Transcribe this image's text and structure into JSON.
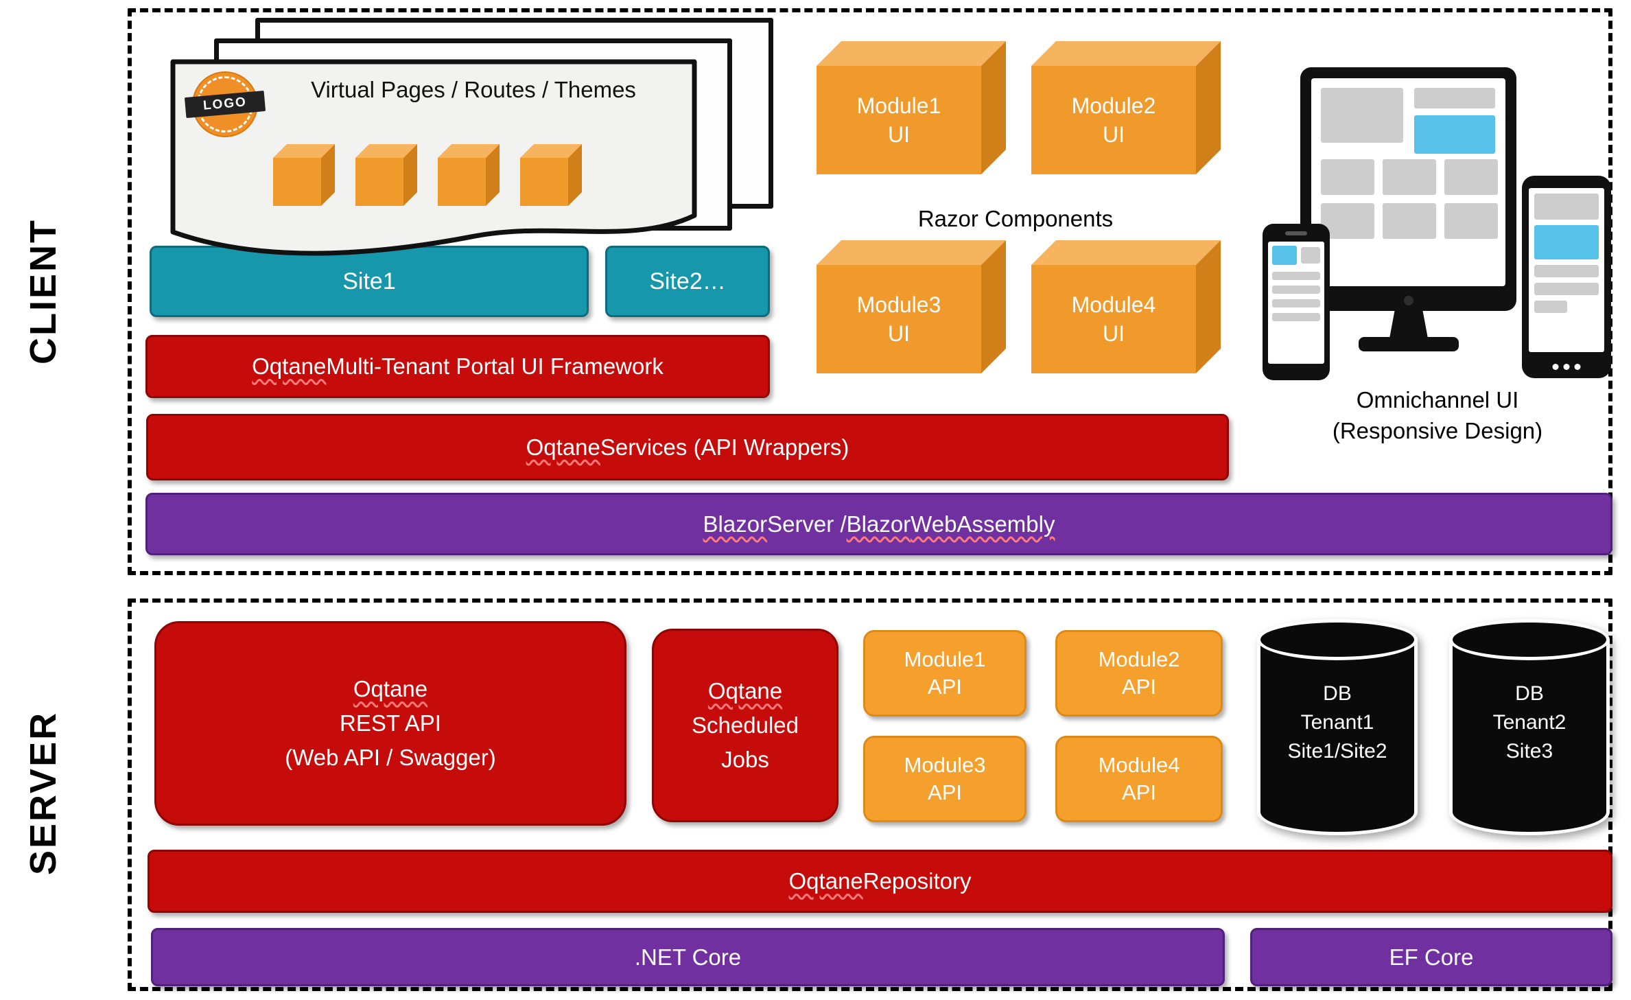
{
  "colors": {
    "red": "#C60B0B",
    "purple": "#7030A0",
    "teal": "#1697AC",
    "orange": "#F09A2C",
    "orange_api": "#F5A02C",
    "db_black": "#0A0A0A",
    "accent_blue": "#56C2E9"
  },
  "client": {
    "label": "CLIENT",
    "pages": {
      "logo": "LOGO",
      "title": "Virtual Pages / Routes / Themes"
    },
    "sites": [
      "Site1",
      "Site2…"
    ],
    "framework_bar": [
      {
        "t": "Oqtane",
        "u": true
      },
      {
        "t": " Multi-Tenant Portal UI Framework"
      }
    ],
    "services_bar": [
      {
        "t": "Oqtane",
        "u": true
      },
      {
        "t": " Services (API Wrappers)"
      }
    ],
    "blazor_bar": [
      {
        "t": "Blazor",
        "u": true
      },
      {
        "t": " Server / "
      },
      {
        "t": "Blazor",
        "u": true
      },
      {
        "t": " "
      },
      {
        "t": "WebAssembly",
        "u": true
      }
    ],
    "razor_components": "Razor Components",
    "modules_ui": [
      {
        "name": "Module1",
        "type": "UI"
      },
      {
        "name": "Module2",
        "type": "UI"
      },
      {
        "name": "Module3",
        "type": "UI"
      },
      {
        "name": "Module4",
        "type": "UI"
      }
    ],
    "omnichannel": [
      "Omnichannel UI",
      "(Responsive Design)"
    ]
  },
  "server": {
    "label": "SERVER",
    "rest_api": [
      [
        {
          "t": "Oqtane",
          "u": true
        }
      ],
      [
        {
          "t": "REST API"
        }
      ],
      [
        {
          "t": "(Web API / Swagger)"
        }
      ]
    ],
    "scheduled_jobs": [
      [
        {
          "t": "Oqtane",
          "u": true
        }
      ],
      [
        {
          "t": "Scheduled"
        }
      ],
      [
        {
          "t": "Jobs"
        }
      ]
    ],
    "modules_api": [
      {
        "name": "Module1",
        "type": "API"
      },
      {
        "name": "Module2",
        "type": "API"
      },
      {
        "name": "Module3",
        "type": "API"
      },
      {
        "name": "Module4",
        "type": "API"
      }
    ],
    "databases": [
      {
        "lines": [
          "DB",
          "Tenant1",
          "Site1/Site2"
        ]
      },
      {
        "lines": [
          "DB",
          "Tenant2",
          "Site3"
        ]
      }
    ],
    "repository_bar": [
      {
        "t": "Oqtane",
        "u": true
      },
      {
        "t": " Repository"
      }
    ],
    "dotnet_core": ".NET Core",
    "ef_core": "EF Core"
  }
}
